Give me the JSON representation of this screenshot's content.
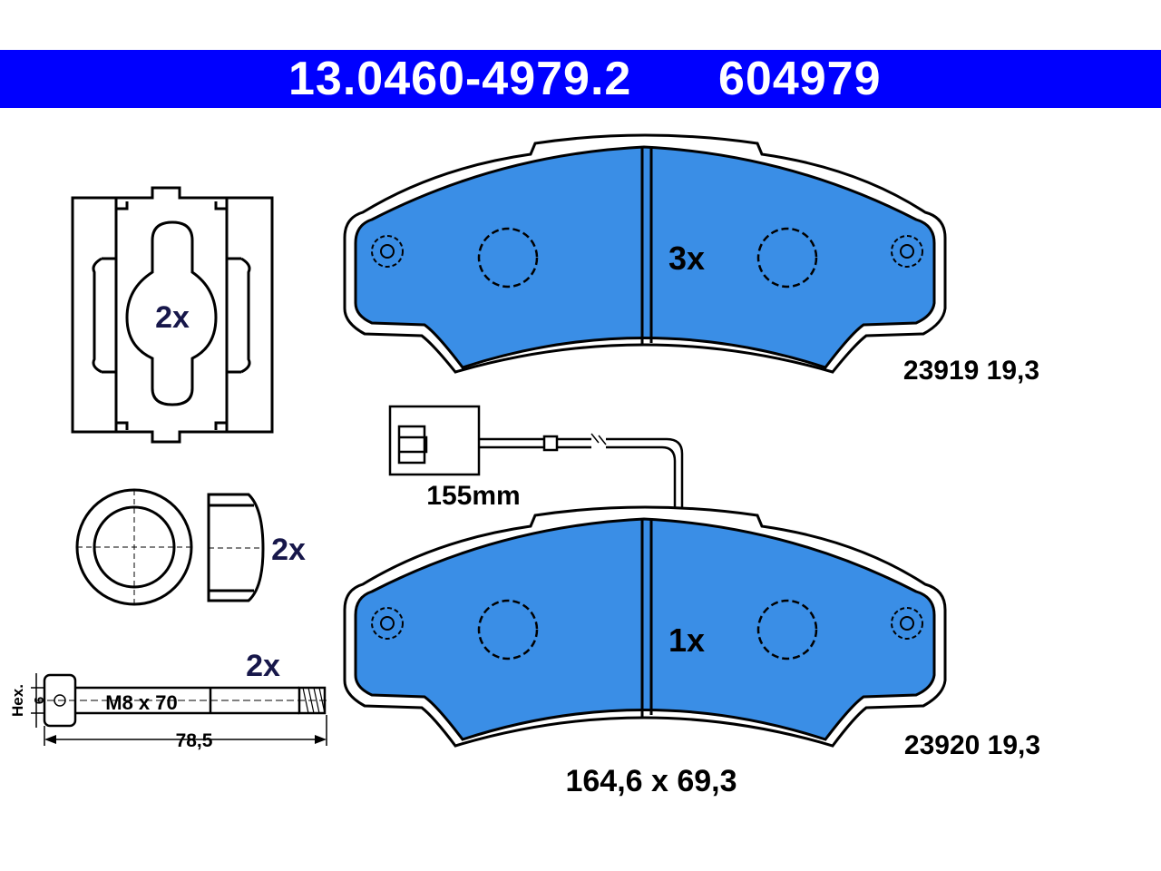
{
  "header": {
    "part_number": "13.0460-4979.2",
    "ref_number": "604979",
    "background_color": "#0000ff"
  },
  "pads": {
    "fill_color": "#3a8ee6",
    "upper": {
      "quantity": "3x",
      "spec": "23919 19,3"
    },
    "lower": {
      "quantity": "1x",
      "spec": "23920 19,3"
    },
    "dimensions": "164,6 x 69,3"
  },
  "sensor": {
    "length": "155mm"
  },
  "accessories": {
    "clip_quantity": "2x",
    "cap_quantity": "2x",
    "bolt_quantity": "2x",
    "bolt_thread": "M8 x 70",
    "bolt_length": "78,5",
    "hex_label": "Hex.",
    "hex_size": "6"
  }
}
